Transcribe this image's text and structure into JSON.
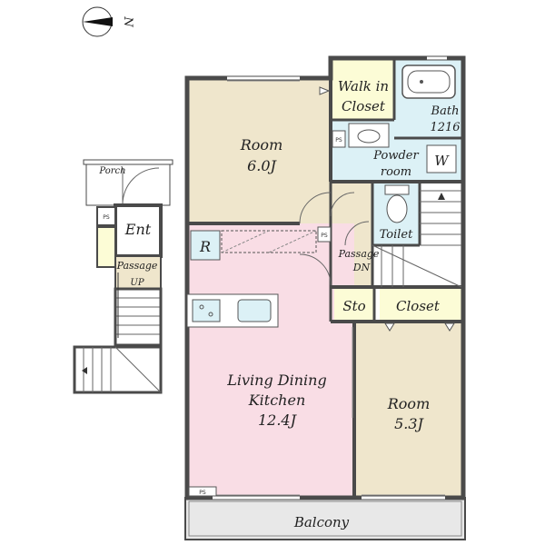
{
  "compass": {
    "north_label": "N"
  },
  "colors": {
    "wall": "#4a4a4a",
    "bedroom": "#efe6cc",
    "ldk": "#f9dde5",
    "wet": "#dcf1f6",
    "storage": "#fcfcd6",
    "balcony": "#e8e8e8",
    "white": "#ffffff"
  },
  "rooms": {
    "room_upper": {
      "name": "Room",
      "size": "6.0J"
    },
    "walkin": {
      "line1": "Walk in",
      "line2": "Closet"
    },
    "bath": {
      "name": "Bath",
      "size": "1216"
    },
    "powder": {
      "line1": "Powder",
      "line2": "room"
    },
    "washer": "W",
    "toilet": "Toilet",
    "passage_main": {
      "name": "Passage",
      "sub": "DN"
    },
    "refrigerator": "R",
    "ldk": {
      "line1": "Living Dining",
      "line2": "Kitchen",
      "size": "12.4J"
    },
    "sto": "Sto",
    "closet": "Closet",
    "room_lower": {
      "name": "Room",
      "size": "5.3J"
    },
    "balcony": "Balcony",
    "porch": "Porch",
    "entrance": "Ent",
    "passage_lower": {
      "name": "Passage",
      "sub": "UP"
    }
  },
  "ps_labels": [
    "PS",
    "PS",
    "PS",
    "PS"
  ]
}
